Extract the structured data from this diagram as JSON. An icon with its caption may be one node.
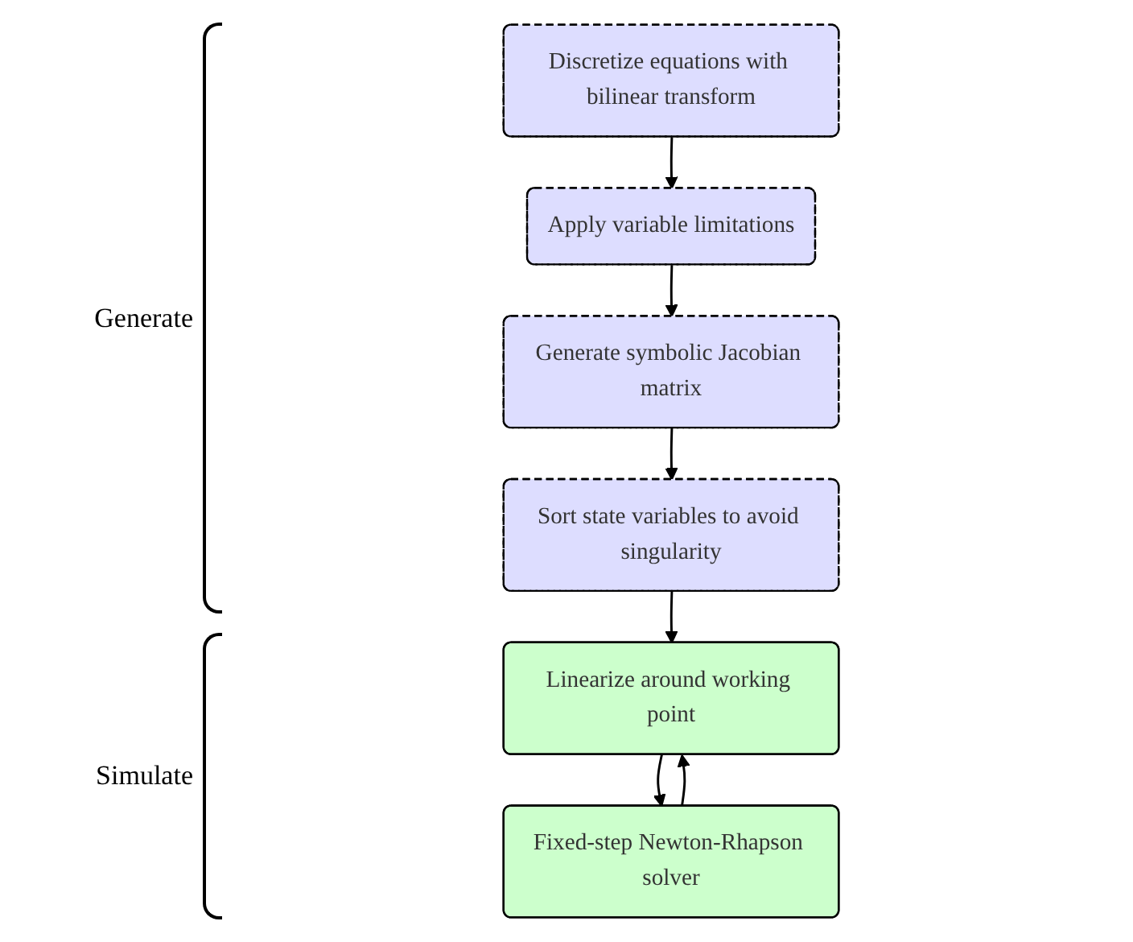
{
  "diagram": {
    "nodes": [
      {
        "text": [
          "Discretize equations with bilinear transform"
        ]
      },
      {
        "text": [
          "Apply variable limitations"
        ]
      },
      {
        "text": [
          "Generate symbolic Jacobian matrix"
        ]
      },
      {
        "text": [
          "Sort state variables to avoid singularity"
        ]
      },
      {
        "text": [
          "Linearize around working point"
        ]
      },
      {
        "text": [
          "Fixed-step Newton-Rhapson solver"
        ]
      }
    ],
    "edges": [
      {
        "from": 0,
        "to": 1,
        "arrow": "to"
      },
      {
        "from": 1,
        "to": 2,
        "arrow": "to"
      },
      {
        "from": 2,
        "to": 3,
        "arrow": "to"
      },
      {
        "from": 3,
        "to": 4,
        "arrow": "to"
      },
      {
        "from": 4,
        "to": 5,
        "arrow": "to"
      },
      {
        "from": 5,
        "to": 4,
        "arrow": "to"
      }
    ],
    "labels": [
      "Generate",
      "Simulate"
    ]
  }
}
